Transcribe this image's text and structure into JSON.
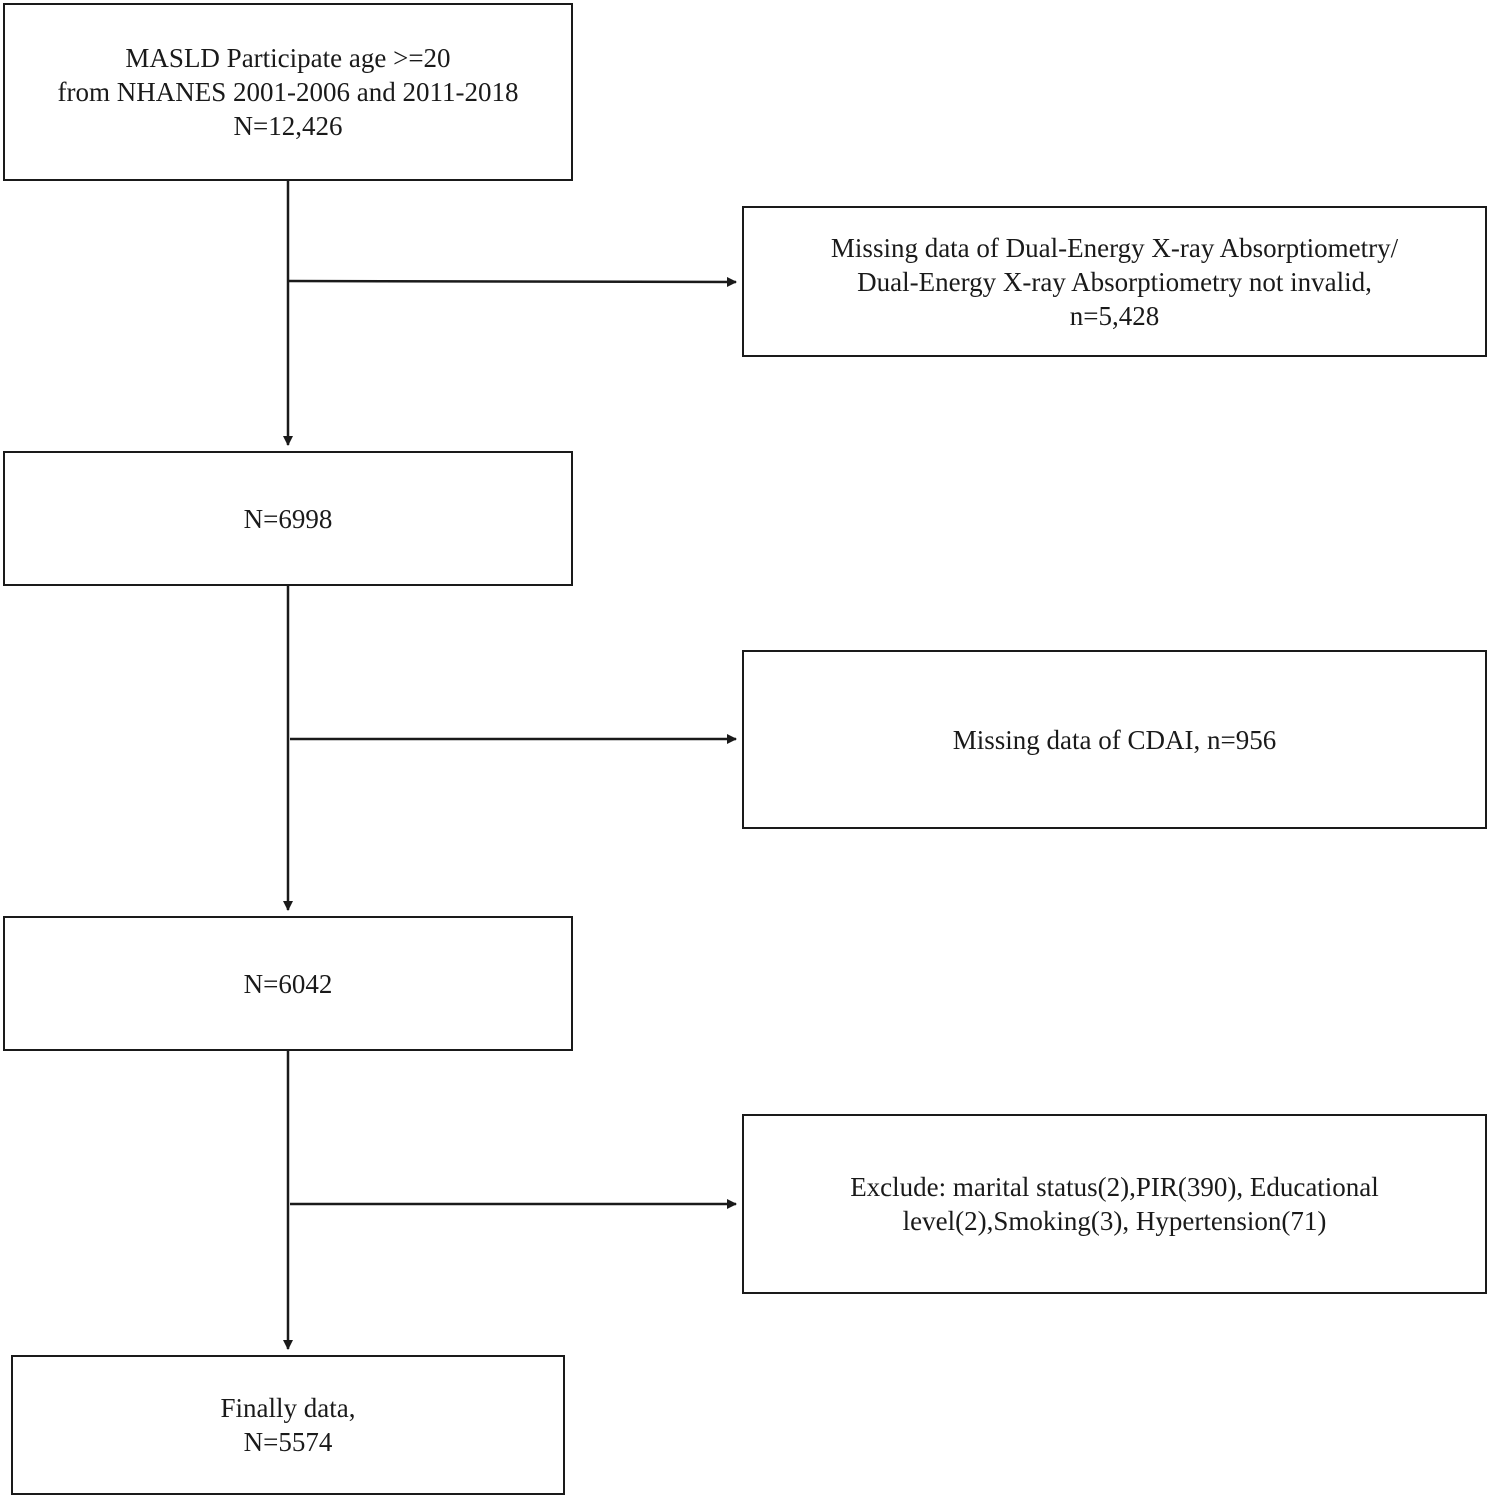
{
  "boxes": {
    "start": "MASLD Participate age >=20\nfrom NHANES 2001-2006 and 2011-2018\nN=12,426",
    "exclude_dxa": "Missing data of Dual-Energy X-ray Absorptiometry/\nDual-Energy X-ray Absorptiometry not invalid,\nn=5,428",
    "after_dxa": "N=6998",
    "exclude_cdai": "Missing data of CDAI, n=956",
    "after_cdai": "N=6042",
    "exclude_covariates": "Exclude: marital status(2),PIR(390), Educational\nlevel(2),Smoking(3), Hypertension(71)",
    "final": "Finally data,\nN=5574"
  },
  "colors": {
    "line": "#1a1a1a",
    "box_border": "#1a1a1a",
    "background": "#ffffff"
  }
}
